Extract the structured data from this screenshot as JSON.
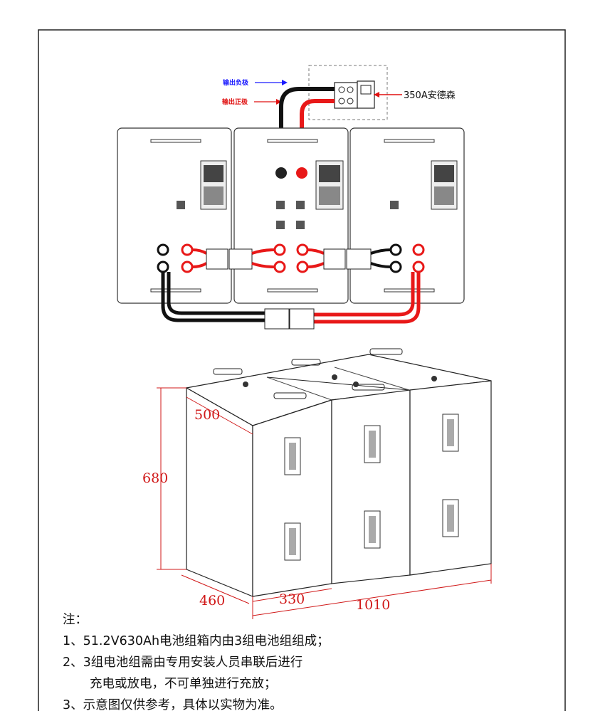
{
  "wiring": {
    "negative_label": "输出负极",
    "positive_label": "输出正极",
    "connector_label": "350A安德森"
  },
  "dimensions": {
    "depth_top": "500",
    "height": "680",
    "depth_bottom": "460",
    "unit_width": "330",
    "total_width": "1010"
  },
  "notes": {
    "title": "注：",
    "line1": "1、51.2V630Ah电池组箱内由3组电池组组成；",
    "line2": "2、3组电池组需由专用安装人员串联后进行",
    "line2b": "充电或放电，不可单独进行充放；",
    "line3": "3、示意图仅供参考，具体以实物为准。"
  },
  "colors": {
    "positive_wire": "#e81818",
    "negative_wire": "#111111",
    "dimension": "#d01818"
  }
}
